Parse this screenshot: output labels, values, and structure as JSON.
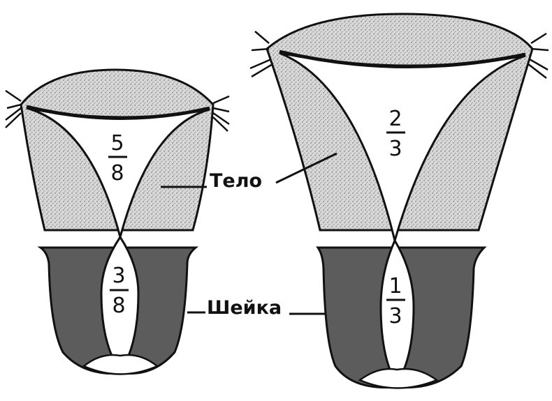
{
  "labels": {
    "body": "Тело",
    "cervix": "Шейка"
  },
  "left_uterus": {
    "body_fraction": {
      "numerator": "5",
      "denominator": "8"
    },
    "cervix_fraction": {
      "numerator": "3",
      "denominator": "8"
    }
  },
  "right_uterus": {
    "body_fraction": {
      "numerator": "2",
      "denominator": "3"
    },
    "cervix_fraction": {
      "numerator": "1",
      "denominator": "3"
    }
  },
  "colors": {
    "body_fill": "#d6d6d6",
    "cervix_fill": "#5c5c5c",
    "outline": "#111111",
    "cavity": "#ffffff"
  }
}
